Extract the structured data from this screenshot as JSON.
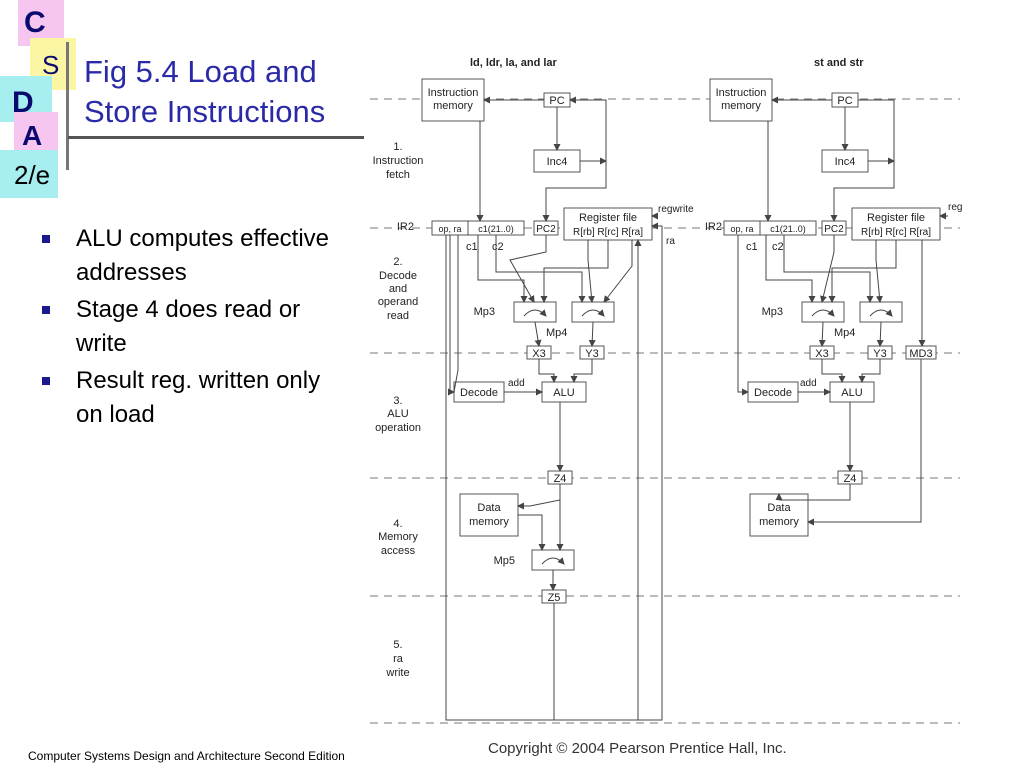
{
  "logo": {
    "letters": [
      "C",
      "S",
      "D",
      "A"
    ],
    "edition": "2/e"
  },
  "title": {
    "line1": "Fig 5.4  Load and",
    "line2": "Store Instructions"
  },
  "bullets": [
    "ALU computes effective addresses",
    "Stage 4 does read or write",
    "Result reg. written only on load"
  ],
  "footer": "Computer Systems Design and Architecture Second Edition",
  "copyright": "Copyright © 2004 Pearson Prentice Hall, Inc.",
  "diagram": {
    "left_title": "ld, ldr, la, and lar",
    "right_title": "st and str",
    "stages": {
      "s1": [
        "1.",
        "Instruction",
        "fetch"
      ],
      "s2": [
        "2.",
        "Decode",
        "and",
        "operand",
        "read"
      ],
      "s3": [
        "3.",
        "ALU",
        "operation"
      ],
      "s4": [
        "4.",
        "Memory",
        "access"
      ],
      "s5": [
        "5.",
        "ra",
        "write"
      ]
    },
    "labels": {
      "imem1": "Instruction",
      "imem2": "memory",
      "pc": "PC",
      "inc4": "Inc4",
      "ir2": "IR2",
      "opra": "op, ra",
      "c1field": "c1(21..0)",
      "pc2": "PC2",
      "regfile": "Register file",
      "regports": "R[rb] R[rc] R[ra]",
      "regwrite": "regwrite",
      "ra": "ra",
      "c1": "c1",
      "c2": "c2",
      "mp3": "Mp3",
      "mp4": "Mp4",
      "mp5": "Mp5",
      "x3": "X3",
      "y3": "Y3",
      "md3": "MD3",
      "decode": "Decode",
      "add": "add",
      "alu": "ALU",
      "z4": "Z4",
      "z5": "Z5",
      "dmem1": "Data",
      "dmem2": "memory"
    }
  }
}
